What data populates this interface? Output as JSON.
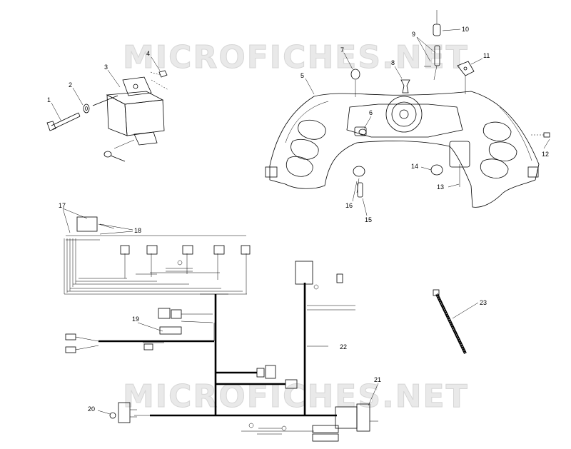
{
  "watermark": "MICROFICHES.NET",
  "callouts": [
    {
      "id": "c1",
      "text": "1"
    },
    {
      "id": "c2",
      "text": "2"
    },
    {
      "id": "c3",
      "text": "3"
    },
    {
      "id": "c4",
      "text": "4"
    },
    {
      "id": "c5",
      "text": "5"
    },
    {
      "id": "c6",
      "text": "6"
    },
    {
      "id": "c7",
      "text": "7"
    },
    {
      "id": "c8",
      "text": "8"
    },
    {
      "id": "c9",
      "text": "9"
    },
    {
      "id": "c10",
      "text": "10"
    },
    {
      "id": "c11",
      "text": "11"
    },
    {
      "id": "c12",
      "text": "12"
    },
    {
      "id": "c13",
      "text": "13"
    },
    {
      "id": "c14",
      "text": "14"
    },
    {
      "id": "c15",
      "text": "15"
    },
    {
      "id": "c16",
      "text": "16"
    },
    {
      "id": "c17",
      "text": "17"
    },
    {
      "id": "c18",
      "text": "18"
    },
    {
      "id": "c19",
      "text": "19"
    },
    {
      "id": "c20",
      "text": "20"
    },
    {
      "id": "c21",
      "text": "21"
    },
    {
      "id": "c22",
      "text": "22"
    },
    {
      "id": "c23",
      "text": "23"
    }
  ]
}
